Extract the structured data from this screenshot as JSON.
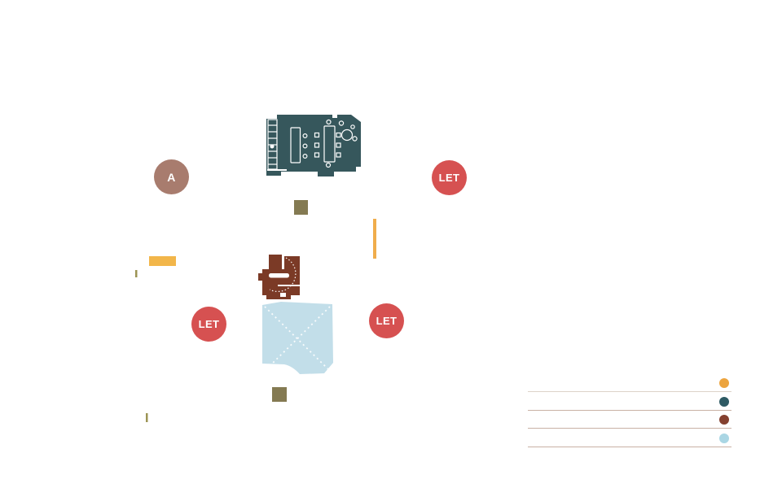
{
  "page": {
    "background": "#ffffff"
  },
  "markers": [
    {
      "label": "A",
      "bg": "#A87C6E",
      "fg": "#FFFFFF"
    },
    {
      "label": "LET",
      "bg": "#D65151",
      "fg": "#FFFFFF"
    },
    {
      "label": "LET",
      "bg": "#D65151",
      "fg": "#FFFFFF"
    },
    {
      "label": "LET",
      "bg": "#D65151",
      "fg": "#FFFFFF"
    }
  ],
  "plan": {
    "colors": {
      "meeting_room": "#36575C",
      "unit_brown": "#7B3A26",
      "open_space": "#C2DEE9",
      "khaki_block": "#847A52",
      "accent_yellow_bar": "#F2B64A",
      "accent_yellow_line": "#F0AD4C",
      "tick_olive": "#9C9454",
      "detail_white": "#FFFFFF"
    }
  },
  "legend": {
    "items": [
      {
        "dot_color": "#ECA43E",
        "rule_color": "#DDD3C9"
      },
      {
        "dot_color": "#2E5A63",
        "rule_color": "#C9B1A5"
      },
      {
        "dot_color": "#84402F",
        "rule_color": "#C9B1A5"
      },
      {
        "dot_color": "#AAD6E4",
        "rule_color": "#C9B1A5"
      }
    ]
  }
}
